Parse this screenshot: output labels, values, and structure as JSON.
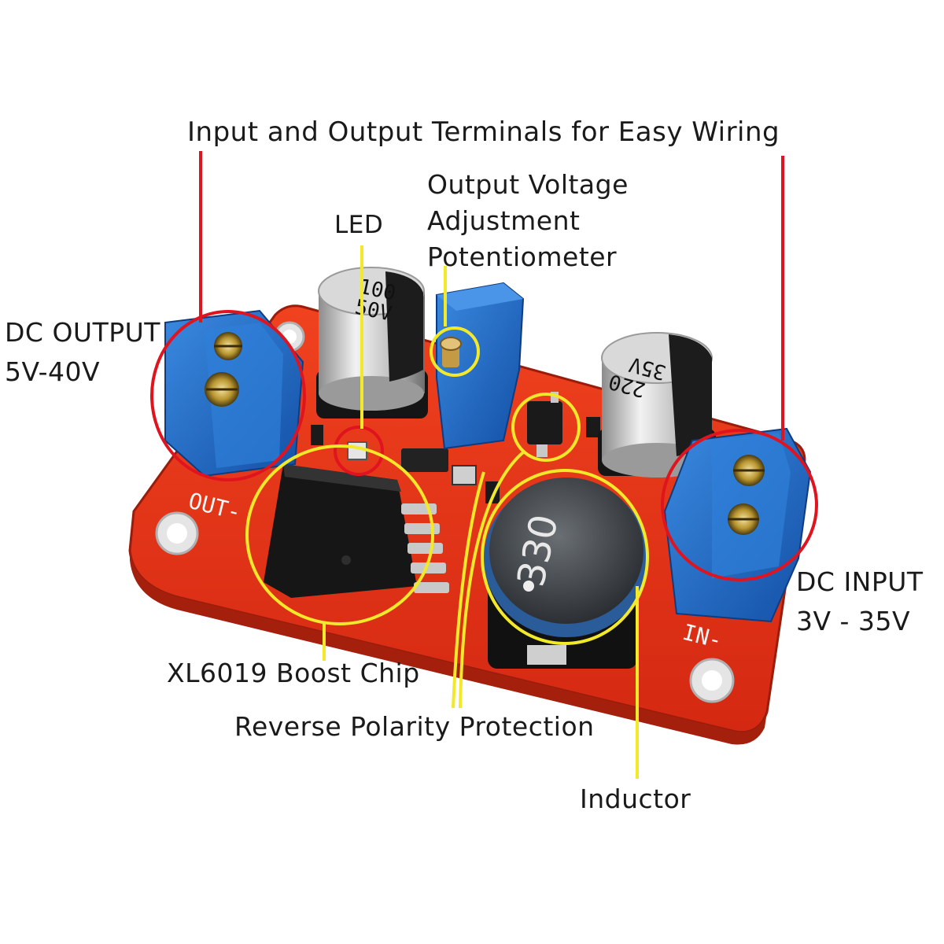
{
  "callouts": {
    "terminals": "Input and Output Terminals for Easy Wiring",
    "led": "LED",
    "potentiometer": [
      "Output Voltage",
      "Adjustment",
      "Potentiometer"
    ],
    "dc_output": [
      "DC OUTPUT",
      "5V-40V"
    ],
    "dc_input": [
      "DC INPUT",
      "3V - 35V"
    ],
    "boost_chip": "XL6019 Boost Chip",
    "reverse_polarity": "Reverse Polarity Protection",
    "inductor": "Inductor"
  },
  "board": {
    "capacitor_left": [
      "100",
      "50V"
    ],
    "capacitor_right": [
      "220",
      "35V"
    ],
    "inductor_marking": "330",
    "silk_out": "OUT-",
    "silk_in": "IN-"
  },
  "colors": {
    "pcb": "#e8321c",
    "terminal": "#1f6fc9",
    "red_marker": "#e0141e",
    "yellow_marker": "#f2e92a",
    "label_text": "#1a1a1a"
  }
}
